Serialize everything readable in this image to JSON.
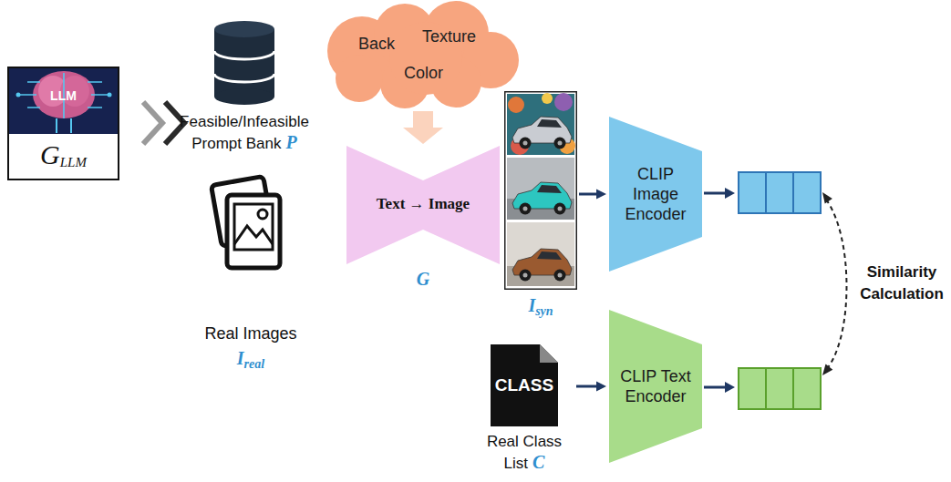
{
  "diagram": {
    "nodes": [
      {
        "text": [
          "LLM",
          "G",
          "LLM"
        ]
      },
      {
        "text": [
          "Feasible/Infeasible Prompt Bank",
          "P"
        ]
      },
      {
        "text": [
          "Real Images",
          "I",
          "real"
        ]
      },
      {
        "text": [
          "Back",
          "Texture",
          "Color"
        ]
      },
      {
        "text": [
          "Text → Image",
          "G"
        ]
      },
      {
        "text": [
          "I",
          "syn"
        ]
      },
      {
        "text": [
          "CLIP Image Encoder"
        ]
      },
      {
        "text": [
          "CLASS",
          "Real Class List",
          "C"
        ]
      },
      {
        "text": [
          "CLIP Text Encoder"
        ]
      }
    ],
    "edges": [
      {
        "from": 3,
        "to": 4,
        "arrow": "to"
      },
      {
        "from": 5,
        "to": 6,
        "arrow": "to"
      },
      {
        "from": 7,
        "to": 8,
        "arrow": "to"
      }
    ],
    "labels": [
      "Similarity Calculation"
    ]
  }
}
